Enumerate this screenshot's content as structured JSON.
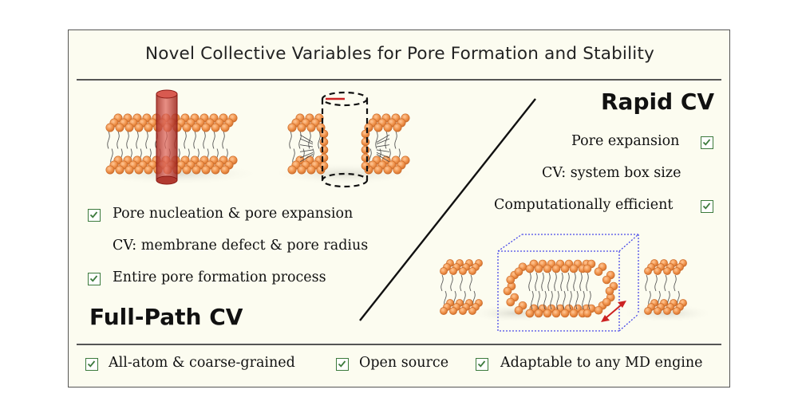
{
  "title": "Novel Collective Variables for Pore Formation and Stability",
  "full_path": {
    "heading": "Full-Path CV",
    "items": [
      {
        "text": "Pore nucleation & pore expansion",
        "checked": true
      },
      {
        "text": "CV: membrane defect & pore radius",
        "checked": false
      },
      {
        "text": "Entire pore formation process",
        "checked": true
      }
    ]
  },
  "rapid": {
    "heading": "Rapid CV",
    "items": [
      {
        "text": "Pore expansion",
        "checked": true
      },
      {
        "text": "CV: system box size",
        "checked": false
      },
      {
        "text": "Computationally efficient",
        "checked": true
      }
    ]
  },
  "footer": {
    "items": [
      {
        "text": "All-atom & coarse-grained",
        "checked": true
      },
      {
        "text": "Open source",
        "checked": true
      },
      {
        "text": "Adaptable to any MD engine",
        "checked": true
      }
    ]
  },
  "colors": {
    "lipid_head": "#f0924a",
    "lipid_head_stroke": "#c96a2a",
    "cylinder": "#c0392b",
    "checkbox": "#3c7a3c",
    "box_outline": "#4a4ae8",
    "arrow": "#cc2222"
  }
}
